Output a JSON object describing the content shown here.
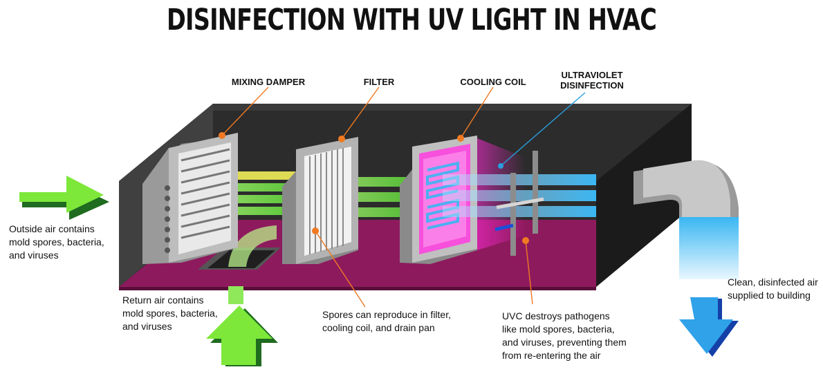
{
  "title": "DISINFECTION WITH UV LIGHT IN HVAC",
  "labels": {
    "mixing_damper": "MIXING DAMPER",
    "filter": "FILTER",
    "cooling_coil": "COOLING COIL",
    "uv_line1": "ULTRAVIOLET",
    "uv_line2": "DISINFECTION"
  },
  "captions": {
    "outside_air": [
      "Outside air contains",
      "mold spores, bacteria,",
      "and viruses"
    ],
    "return_air": [
      "Return air contains",
      "mold spores, bacteria,",
      "and viruses"
    ],
    "spores": [
      "Spores can reproduce in filter,",
      "cooling coil, and drain pan"
    ],
    "uvc": [
      "UVC destroys pathogens",
      "like mold spores, bacteria,",
      "and viruses, preventing them",
      "from re-entering the air"
    ],
    "clean_air": [
      "Clean, disinfected air",
      "supplied to building"
    ]
  },
  "icons": {
    "outside_arrow": "right-arrow-icon",
    "return_arrow": "up-arrow-icon",
    "supply_arrow": "down-arrow-icon",
    "supply_duct": "elbow-duct-icon",
    "uv_lamp": "uv-lamp-icon"
  },
  "colors": {
    "duct_interior": "#2c2c2c",
    "drain_pan": "#8e1a5e",
    "intake_air": "#78e63a",
    "clean_air": "#38b9f0",
    "uv_glow": "#ff2bd6",
    "callout_orange": "#f07a22",
    "callout_blue": "#2a9ee0"
  }
}
